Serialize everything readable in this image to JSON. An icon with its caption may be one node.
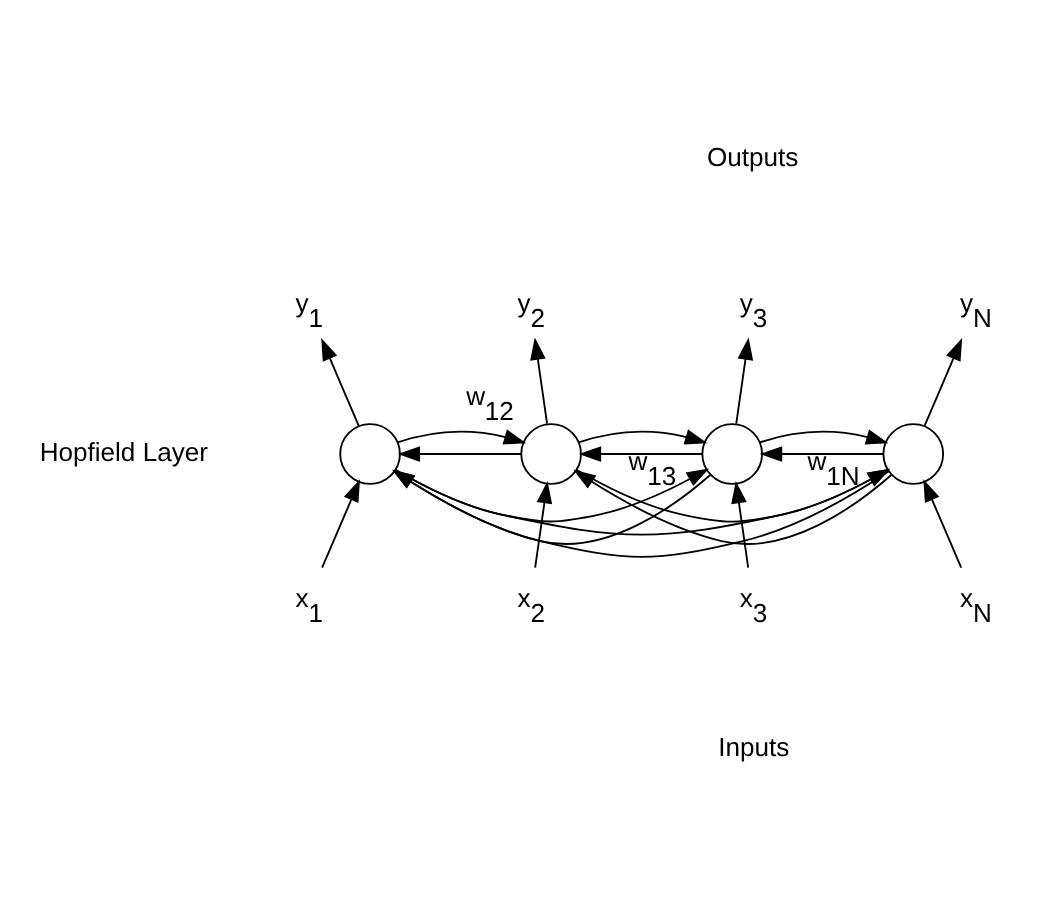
{
  "diagram": {
    "nodes": [
      {
        "text": [],
        "shape": "circle"
      },
      {
        "text": [],
        "shape": "circle"
      },
      {
        "text": [],
        "shape": "circle"
      },
      {
        "text": [],
        "shape": "circle"
      },
      {
        "text": [
          "x$_{1}$"
        ]
      },
      {
        "text": [
          "x$_{2}$"
        ]
      },
      {
        "text": [
          "x$_{3}$"
        ]
      },
      {
        "text": [
          "x$_{N}$"
        ]
      },
      {
        "text": [
          "y$_{1}$"
        ]
      },
      {
        "text": [
          "y$_{2}$"
        ]
      },
      {
        "text": [
          "y$_{3}$"
        ]
      },
      {
        "text": [
          "y$_{N}$"
        ]
      }
    ],
    "edges": [
      {
        "from": 4,
        "to": 0,
        "arrow": "to"
      },
      {
        "from": 5,
        "to": 1,
        "arrow": "to"
      },
      {
        "from": 6,
        "to": 2,
        "arrow": "to"
      },
      {
        "from": 7,
        "to": 3,
        "arrow": "to"
      },
      {
        "from": 0,
        "to": 8,
        "arrow": "to"
      },
      {
        "from": 1,
        "to": 9,
        "arrow": "to"
      },
      {
        "from": 2,
        "to": 10,
        "arrow": "to"
      },
      {
        "from": 3,
        "to": 11,
        "arrow": "to"
      },
      {
        "from": 0,
        "to": 1,
        "arrow": "to",
        "label": "w$_{12}$"
      },
      {
        "from": 0,
        "to": 2,
        "arrow": "to",
        "label": "w$_{13}$"
      },
      {
        "from": 0,
        "to": 3,
        "arrow": "to",
        "label": "w$_{1N}$"
      },
      {
        "from": 1,
        "to": 0,
        "arrow": "to"
      },
      {
        "from": 1,
        "to": 2,
        "arrow": "to"
      },
      {
        "from": 1,
        "to": 3,
        "arrow": "to"
      },
      {
        "from": 2,
        "to": 0,
        "arrow": "to"
      },
      {
        "from": 2,
        "to": 1,
        "arrow": "to"
      },
      {
        "from": 2,
        "to": 3,
        "arrow": "to"
      },
      {
        "from": 3,
        "to": 0,
        "arrow": "to"
      },
      {
        "from": 3,
        "to": 1,
        "arrow": "to"
      },
      {
        "from": 3,
        "to": 2,
        "arrow": "to"
      }
    ],
    "labels": [
      "Outputs",
      "Hopfield Layer",
      "Inputs"
    ]
  }
}
